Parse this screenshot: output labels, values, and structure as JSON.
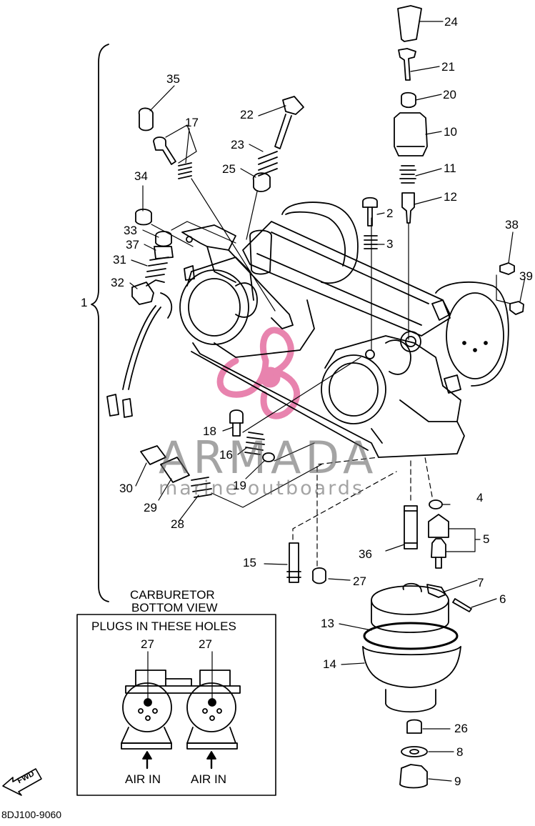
{
  "part_labels": [
    "24",
    "21",
    "20",
    "10",
    "11",
    "12",
    "2",
    "3",
    "38",
    "39",
    "35",
    "17",
    "22",
    "23",
    "25",
    "34",
    "33",
    "37",
    "31",
    "32",
    "1",
    "18",
    "16",
    "19",
    "30",
    "29",
    "28",
    "4",
    "5",
    "36",
    "15",
    "27",
    "7",
    "6",
    "13",
    "14",
    "26",
    "8",
    "9"
  ],
  "watermark": {
    "title": "ARMADA",
    "subtitle": "marine outboards",
    "colors": {
      "title": "#5a5a5a",
      "emblem": "#e46ea0"
    }
  },
  "inset": {
    "heading_line1": "CARBURETOR",
    "heading_line2": "BOTTOM VIEW",
    "caption": "PLUGS IN THESE HOLES",
    "plug_label_left": "27",
    "plug_label_right": "27",
    "air_in_left": "AIR IN",
    "air_in_right": "AIR IN"
  },
  "fwd_label": "FWD",
  "diagram_code": "8DJ100-9060"
}
